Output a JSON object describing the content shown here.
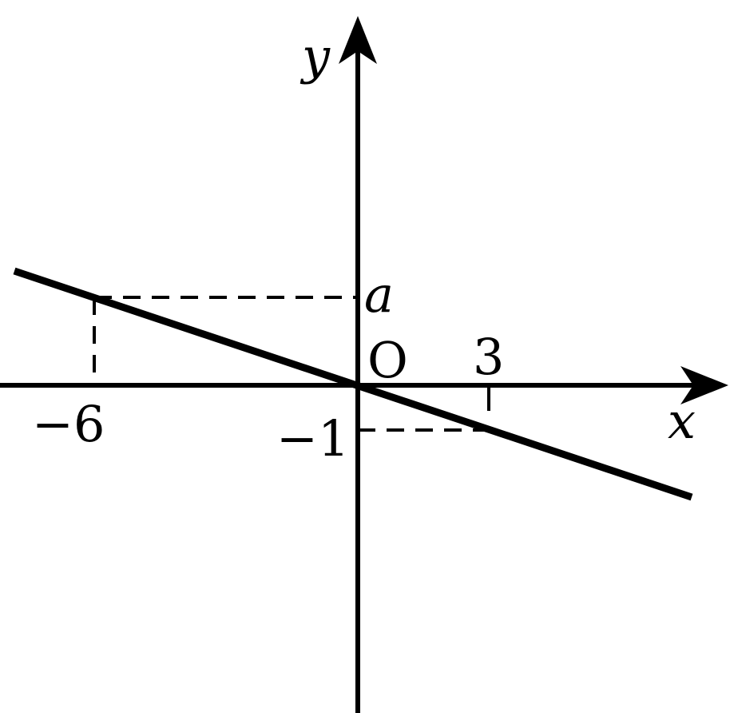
{
  "figure": {
    "axes": {
      "x_label": "x",
      "y_label": "y",
      "origin_label": "O"
    },
    "line": {
      "description_equation": "y = -x/3",
      "slope": -0.3333333333
    },
    "marked_points": [
      {
        "x": -6,
        "y": "a",
        "x_label": "−6",
        "y_label": "a"
      },
      {
        "x": 3,
        "y": -1,
        "x_label": "3",
        "y_label": "−1"
      }
    ],
    "colors": {
      "ink": "#000000",
      "background": "#ffffff"
    }
  }
}
